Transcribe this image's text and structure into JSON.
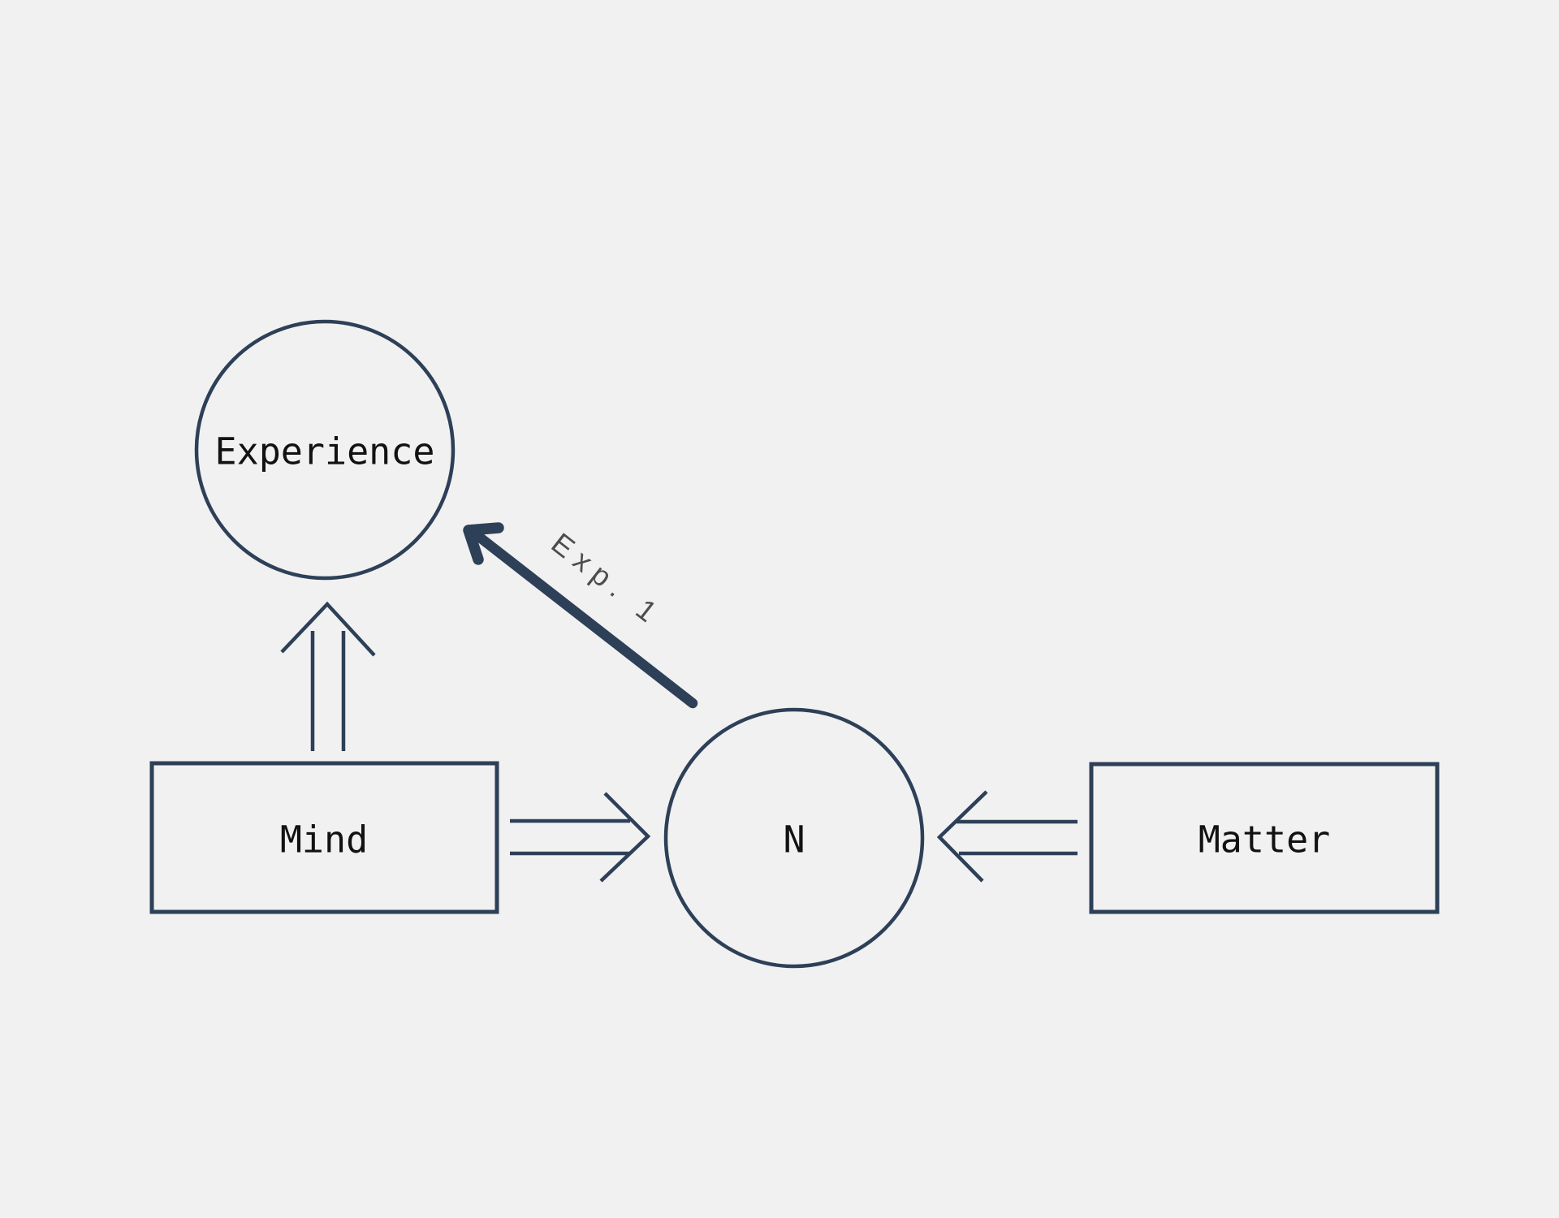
{
  "diagram": {
    "background": "#f1f1f2",
    "colors": {
      "stroke": "#2d4057",
      "node_text": "#121212",
      "edge_label": "#4d4d4d"
    },
    "nodes": [
      {
        "id": "experience",
        "shape": "circle",
        "label": "Experience"
      },
      {
        "id": "n",
        "shape": "circle",
        "label": "N"
      },
      {
        "id": "mind",
        "shape": "rectangle",
        "label": "Mind"
      },
      {
        "id": "matter",
        "shape": "rectangle",
        "label": "Matter"
      }
    ],
    "edges": [
      {
        "from": "mind",
        "to": "experience",
        "style": "double-line-open-arrow",
        "label": ""
      },
      {
        "from": "mind",
        "to": "n",
        "style": "double-line-open-arrow",
        "label": ""
      },
      {
        "from": "matter",
        "to": "n",
        "style": "double-line-open-arrow",
        "label": ""
      },
      {
        "from": "n",
        "to": "experience",
        "style": "thick-solid-arrow",
        "label": "Exp. 1"
      }
    ]
  }
}
